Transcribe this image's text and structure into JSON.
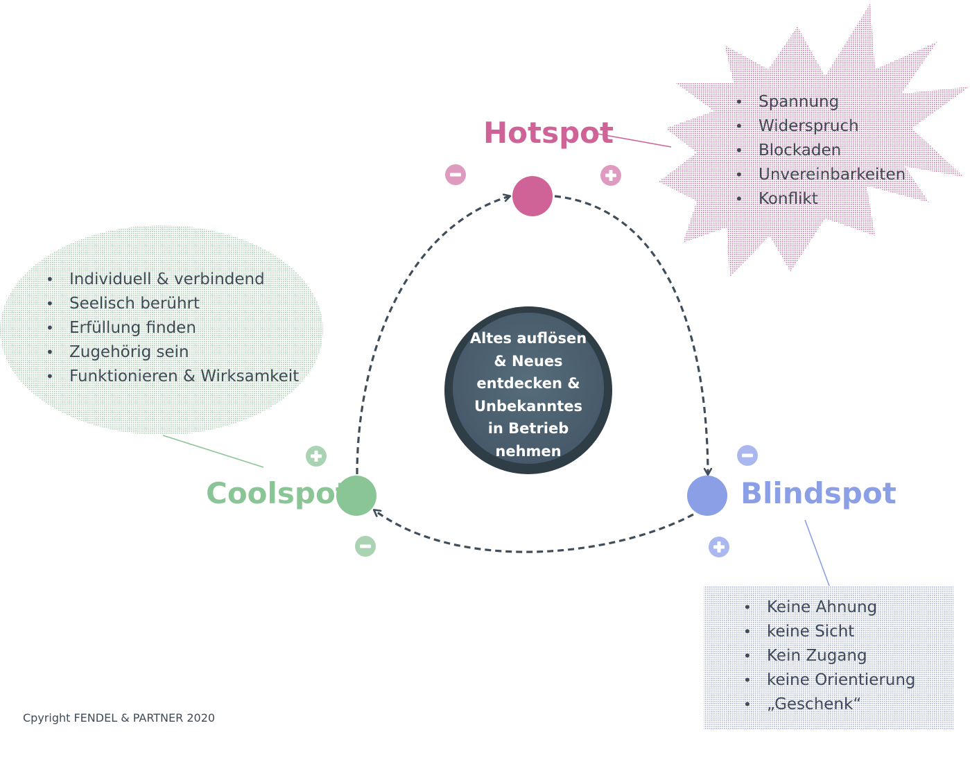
{
  "hotspot": {
    "label": "Hotspot",
    "color": "#cf6296",
    "items": [
      "Spannung",
      "Widerspruch",
      "Blockaden",
      "Unvereinbarkeiten",
      "Konflikt"
    ]
  },
  "coolspot": {
    "label": "Coolspot",
    "color": "#8ac595",
    "items": [
      "Individuell & verbindend",
      "Seelisch berührt",
      "Erfüllung finden",
      "Zugehörig  sein",
      "Funktionieren & Wirksamkeit"
    ]
  },
  "blindspot": {
    "label": "Blindspot",
    "color": "#8b9fe6",
    "items": [
      "Keine Ahnung",
      "keine Sicht",
      "Kein Zugang",
      "keine Orientierung",
      "„Geschenk“"
    ]
  },
  "center": {
    "lines": [
      "Altes auflösen",
      "& Neues",
      "entdecken &",
      "Unbekanntes",
      "in Betrieb",
      "nehmen"
    ],
    "color": "#4e6470"
  },
  "copyright": "Cpyright FENDEL & PARTNER 2020",
  "arrow_color": "#3f4d5a"
}
